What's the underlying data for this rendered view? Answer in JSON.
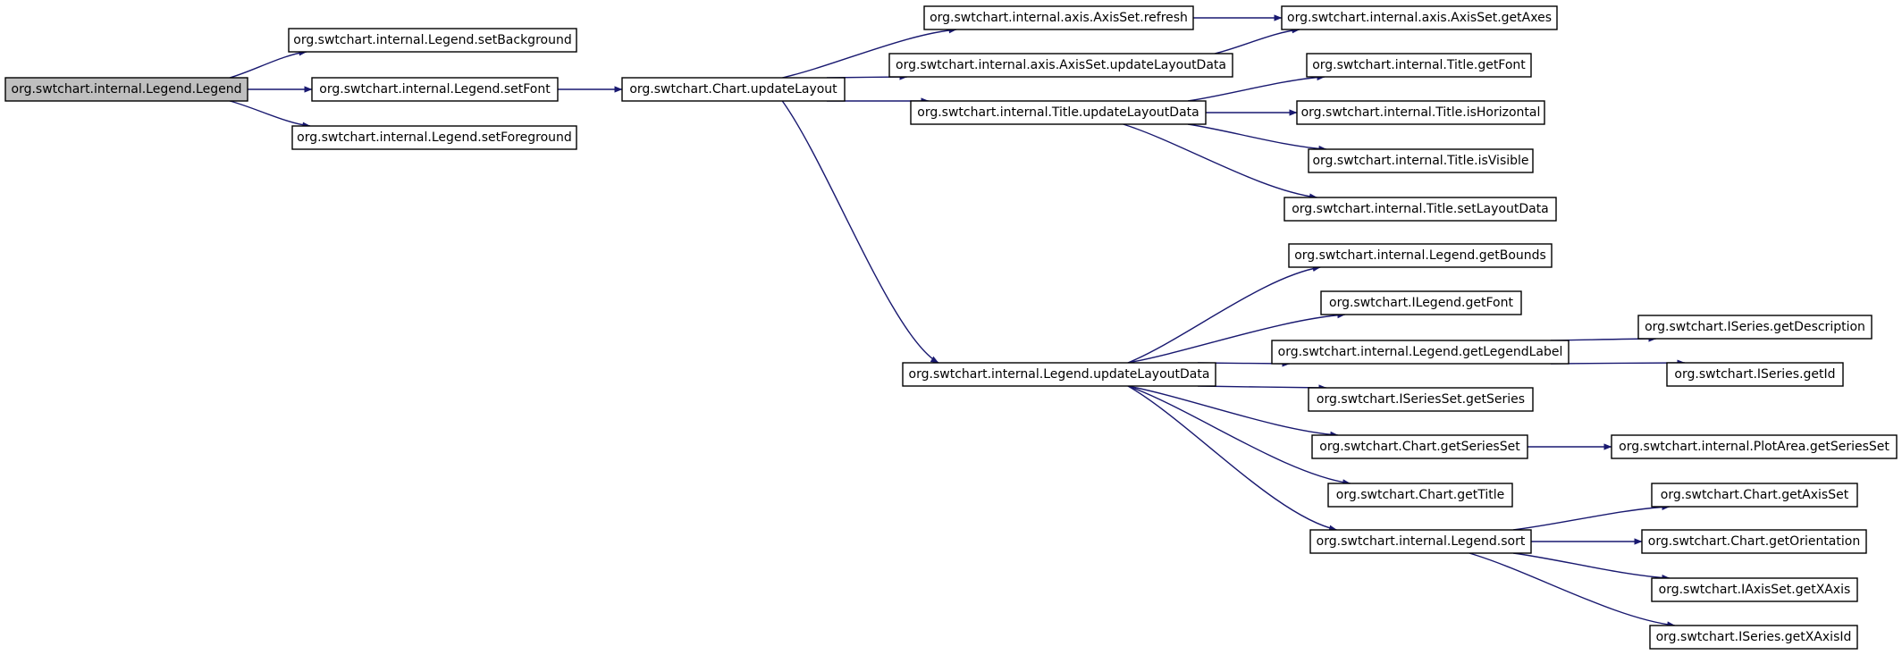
{
  "colors": {
    "edge": "#191970",
    "node_border": "#000000",
    "node_fill": "#ffffff",
    "root_fill": "#bfbfbf",
    "background": "#ffffff"
  },
  "nodes": [
    {
      "id": "legend_ctor",
      "label": "org.swtchart.internal.Legend.Legend",
      "root": true
    },
    {
      "id": "set_background",
      "label": "org.swtchart.internal.Legend.setBackground"
    },
    {
      "id": "set_font",
      "label": "org.swtchart.internal.Legend.setFont"
    },
    {
      "id": "set_foreground",
      "label": "org.swtchart.internal.Legend.setForeground"
    },
    {
      "id": "chart_update_layout",
      "label": "org.swtchart.Chart.updateLayout"
    },
    {
      "id": "axisset_refresh",
      "label": "org.swtchart.internal.axis.AxisSet.refresh"
    },
    {
      "id": "axisset_update_layout_data",
      "label": "org.swtchart.internal.axis.AxisSet.updateLayoutData"
    },
    {
      "id": "title_update_layout_data",
      "label": "org.swtchart.internal.Title.updateLayoutData"
    },
    {
      "id": "legend_update_layout_data",
      "label": "org.swtchart.internal.Legend.updateLayoutData"
    },
    {
      "id": "axisset_get_axes",
      "label": "org.swtchart.internal.axis.AxisSet.getAxes"
    },
    {
      "id": "title_get_font",
      "label": "org.swtchart.internal.Title.getFont"
    },
    {
      "id": "title_is_horizontal",
      "label": "org.swtchart.internal.Title.isHorizontal"
    },
    {
      "id": "title_is_visible",
      "label": "org.swtchart.internal.Title.isVisible"
    },
    {
      "id": "title_set_layout_data",
      "label": "org.swtchart.internal.Title.setLayoutData"
    },
    {
      "id": "legend_get_bounds",
      "label": "org.swtchart.internal.Legend.getBounds"
    },
    {
      "id": "ilegend_get_font",
      "label": "org.swtchart.ILegend.getFont"
    },
    {
      "id": "legend_get_legend_label",
      "label": "org.swtchart.internal.Legend.getLegendLabel"
    },
    {
      "id": "iseriesset_get_series",
      "label": "org.swtchart.ISeriesSet.getSeries"
    },
    {
      "id": "chart_get_series_set",
      "label": "org.swtchart.Chart.getSeriesSet"
    },
    {
      "id": "chart_get_title",
      "label": "org.swtchart.Chart.getTitle"
    },
    {
      "id": "legend_sort",
      "label": "org.swtchart.internal.Legend.sort"
    },
    {
      "id": "iseries_get_description",
      "label": "org.swtchart.ISeries.getDescription"
    },
    {
      "id": "iseries_get_id",
      "label": "org.swtchart.ISeries.getId"
    },
    {
      "id": "plotarea_get_series_set",
      "label": "org.swtchart.internal.PlotArea.getSeriesSet"
    },
    {
      "id": "chart_get_axis_set",
      "label": "org.swtchart.Chart.getAxisSet"
    },
    {
      "id": "chart_get_orientation",
      "label": "org.swtchart.Chart.getOrientation"
    },
    {
      "id": "iaxisset_get_xaxis",
      "label": "org.swtchart.IAxisSet.getXAxis"
    },
    {
      "id": "iseries_get_xaxis_id",
      "label": "org.swtchart.ISeries.getXAxisId"
    }
  ],
  "edges": [
    {
      "from": "legend_ctor",
      "to": "set_background"
    },
    {
      "from": "legend_ctor",
      "to": "set_font"
    },
    {
      "from": "legend_ctor",
      "to": "set_foreground"
    },
    {
      "from": "set_font",
      "to": "chart_update_layout"
    },
    {
      "from": "chart_update_layout",
      "to": "axisset_refresh"
    },
    {
      "from": "chart_update_layout",
      "to": "axisset_update_layout_data"
    },
    {
      "from": "chart_update_layout",
      "to": "title_update_layout_data"
    },
    {
      "from": "chart_update_layout",
      "to": "legend_update_layout_data"
    },
    {
      "from": "axisset_refresh",
      "to": "axisset_get_axes"
    },
    {
      "from": "axisset_update_layout_data",
      "to": "axisset_get_axes"
    },
    {
      "from": "title_update_layout_data",
      "to": "title_get_font"
    },
    {
      "from": "title_update_layout_data",
      "to": "title_is_horizontal"
    },
    {
      "from": "title_update_layout_data",
      "to": "title_is_visible"
    },
    {
      "from": "title_update_layout_data",
      "to": "title_set_layout_data"
    },
    {
      "from": "legend_update_layout_data",
      "to": "legend_get_bounds"
    },
    {
      "from": "legend_update_layout_data",
      "to": "ilegend_get_font"
    },
    {
      "from": "legend_update_layout_data",
      "to": "legend_get_legend_label"
    },
    {
      "from": "legend_update_layout_data",
      "to": "iseriesset_get_series"
    },
    {
      "from": "legend_update_layout_data",
      "to": "chart_get_series_set"
    },
    {
      "from": "legend_update_layout_data",
      "to": "chart_get_title"
    },
    {
      "from": "legend_update_layout_data",
      "to": "legend_sort"
    },
    {
      "from": "legend_get_legend_label",
      "to": "iseries_get_description"
    },
    {
      "from": "legend_get_legend_label",
      "to": "iseries_get_id"
    },
    {
      "from": "chart_get_series_set",
      "to": "plotarea_get_series_set"
    },
    {
      "from": "legend_sort",
      "to": "chart_get_axis_set"
    },
    {
      "from": "legend_sort",
      "to": "chart_get_orientation"
    },
    {
      "from": "legend_sort",
      "to": "iaxisset_get_xaxis"
    },
    {
      "from": "legend_sort",
      "to": "iseries_get_xaxis_id"
    }
  ]
}
